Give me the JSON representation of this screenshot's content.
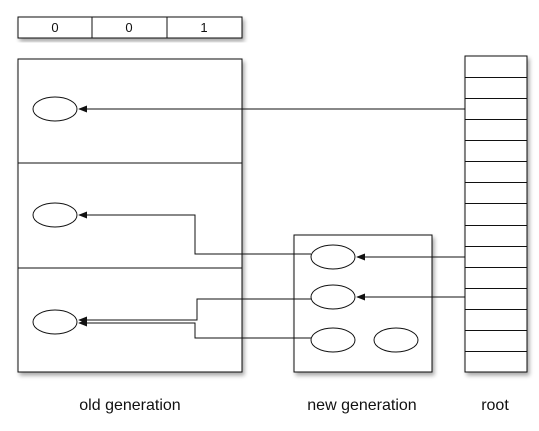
{
  "card_table": {
    "cells": [
      "0",
      "0",
      "1"
    ]
  },
  "labels": {
    "old_generation": "old generation",
    "new_generation": "new generation",
    "root": "root"
  },
  "colors": {
    "line": "#111111",
    "shadow": "#b5b5b5",
    "fill": "#ffffff"
  }
}
